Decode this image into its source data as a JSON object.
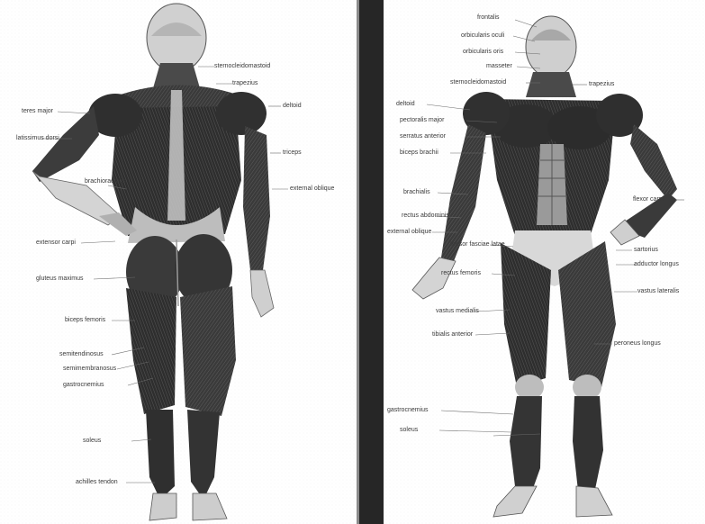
{
  "image": {
    "description_icons": [
      "posterior-muscle-figure-icon",
      "anterior-muscle-figure-icon"
    ],
    "colors": {
      "paper": "#ffffff",
      "center_band": "#262626",
      "muscle_dark": "#2b2b2b",
      "muscle_mid": "#5e5e5e",
      "skin_light": "#d9d9d9",
      "label_text": "#3a3a3a"
    }
  },
  "back_view": {
    "labels": [
      {
        "text": "sternocleidomastoid"
      },
      {
        "text": "trapezius"
      },
      {
        "text": "deltoid"
      },
      {
        "text": "teres major"
      },
      {
        "text": "triceps"
      },
      {
        "text": "latissimus dorsi"
      },
      {
        "text": "brachioradialis"
      },
      {
        "text": "external oblique"
      },
      {
        "text": "extensor carpi"
      },
      {
        "text": "gluteus maximus"
      },
      {
        "text": "biceps femoris"
      },
      {
        "text": "semitendinosus"
      },
      {
        "text": "semimembranosus"
      },
      {
        "text": "gastrocnemius"
      },
      {
        "text": "soleus"
      },
      {
        "text": "achilles tendon"
      }
    ]
  },
  "front_view": {
    "labels": [
      {
        "text": "frontalis"
      },
      {
        "text": "orbicularis oculi"
      },
      {
        "text": "orbicularis oris"
      },
      {
        "text": "masseter"
      },
      {
        "text": "sternocleidomastoid"
      },
      {
        "text": "trapezius"
      },
      {
        "text": "deltoid"
      },
      {
        "text": "pectoralis major"
      },
      {
        "text": "serratus anterior"
      },
      {
        "text": "biceps brachii"
      },
      {
        "text": "brachialis"
      },
      {
        "text": "rectus abdominis"
      },
      {
        "text": "external oblique"
      },
      {
        "text": "flexor carpi"
      },
      {
        "text": "tensor fasciae latae"
      },
      {
        "text": "sartorius"
      },
      {
        "text": "adductor longus"
      },
      {
        "text": "rectus femoris"
      },
      {
        "text": "vastus lateralis"
      },
      {
        "text": "vastus medialis"
      },
      {
        "text": "tibialis anterior"
      },
      {
        "text": "peroneus longus"
      },
      {
        "text": "gastrocnemius"
      },
      {
        "text": "soleus"
      }
    ]
  }
}
